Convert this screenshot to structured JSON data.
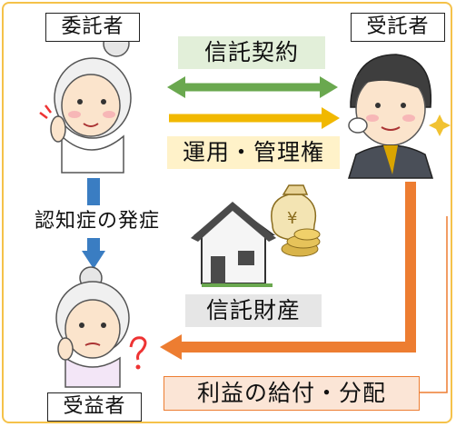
{
  "roles": {
    "settlor": "委託者",
    "trustee": "受託者",
    "beneficiary": "受益者"
  },
  "labels": {
    "trust_contract": "信託契約",
    "management_rights": "運用・管理権",
    "dementia_onset": "認知症の発症",
    "trust_property": "信託財産",
    "benefit_distribution": "利益の給付・分配"
  },
  "colors": {
    "green": "#6aa84f",
    "yellow": "#f1b800",
    "blue": "#3a7dc2",
    "orange": "#ed7d31",
    "frame": "#f5c24a"
  }
}
